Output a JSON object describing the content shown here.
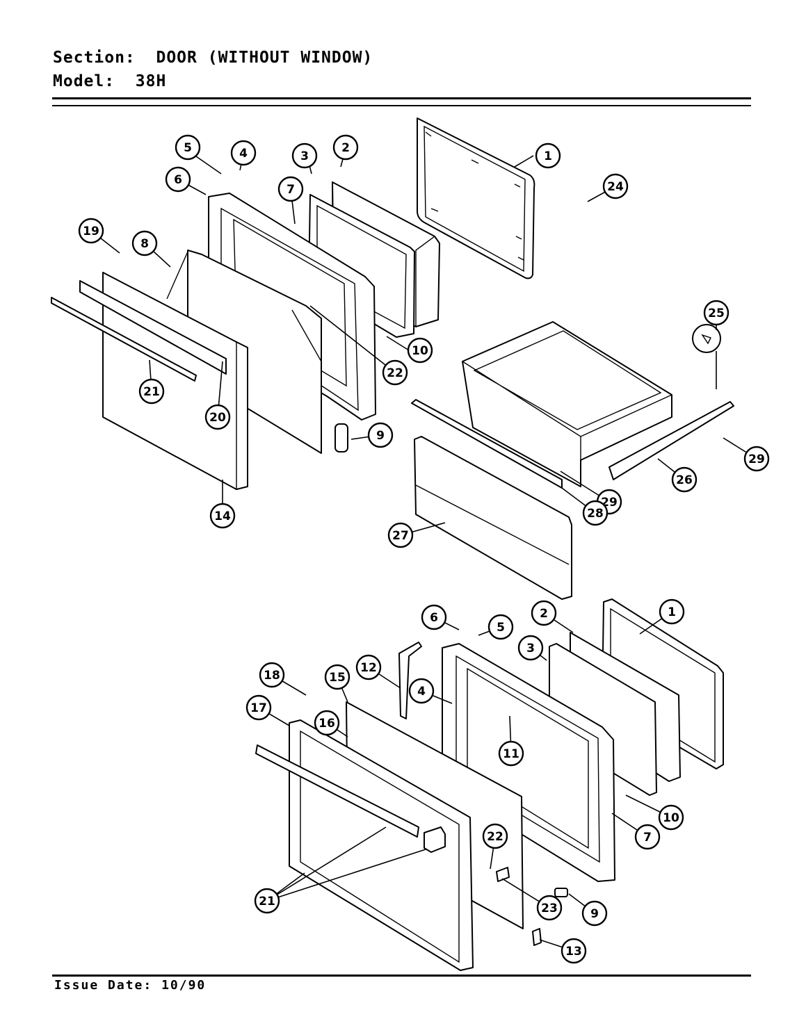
{
  "header": {
    "section_label": "Section:",
    "section_value": "DOOR (WITHOUT WINDOW)",
    "model_label": "Model:",
    "model_value": "38H"
  },
  "footer": {
    "issue_label": "Issue Date:",
    "issue_value": "10/90"
  },
  "callouts": {
    "top_door": [
      "1",
      "2",
      "3",
      "4",
      "5",
      "6",
      "7",
      "8",
      "10",
      "19",
      "22",
      "20",
      "21",
      "9",
      "14"
    ],
    "drawer": [
      "24",
      "25",
      "29",
      "26",
      "29",
      "28",
      "27"
    ],
    "bottom_door": [
      "1",
      "2",
      "3",
      "4",
      "5",
      "6",
      "10",
      "7",
      "11",
      "12",
      "15",
      "16",
      "17",
      "18",
      "22",
      "23",
      "9",
      "13",
      "21"
    ]
  }
}
